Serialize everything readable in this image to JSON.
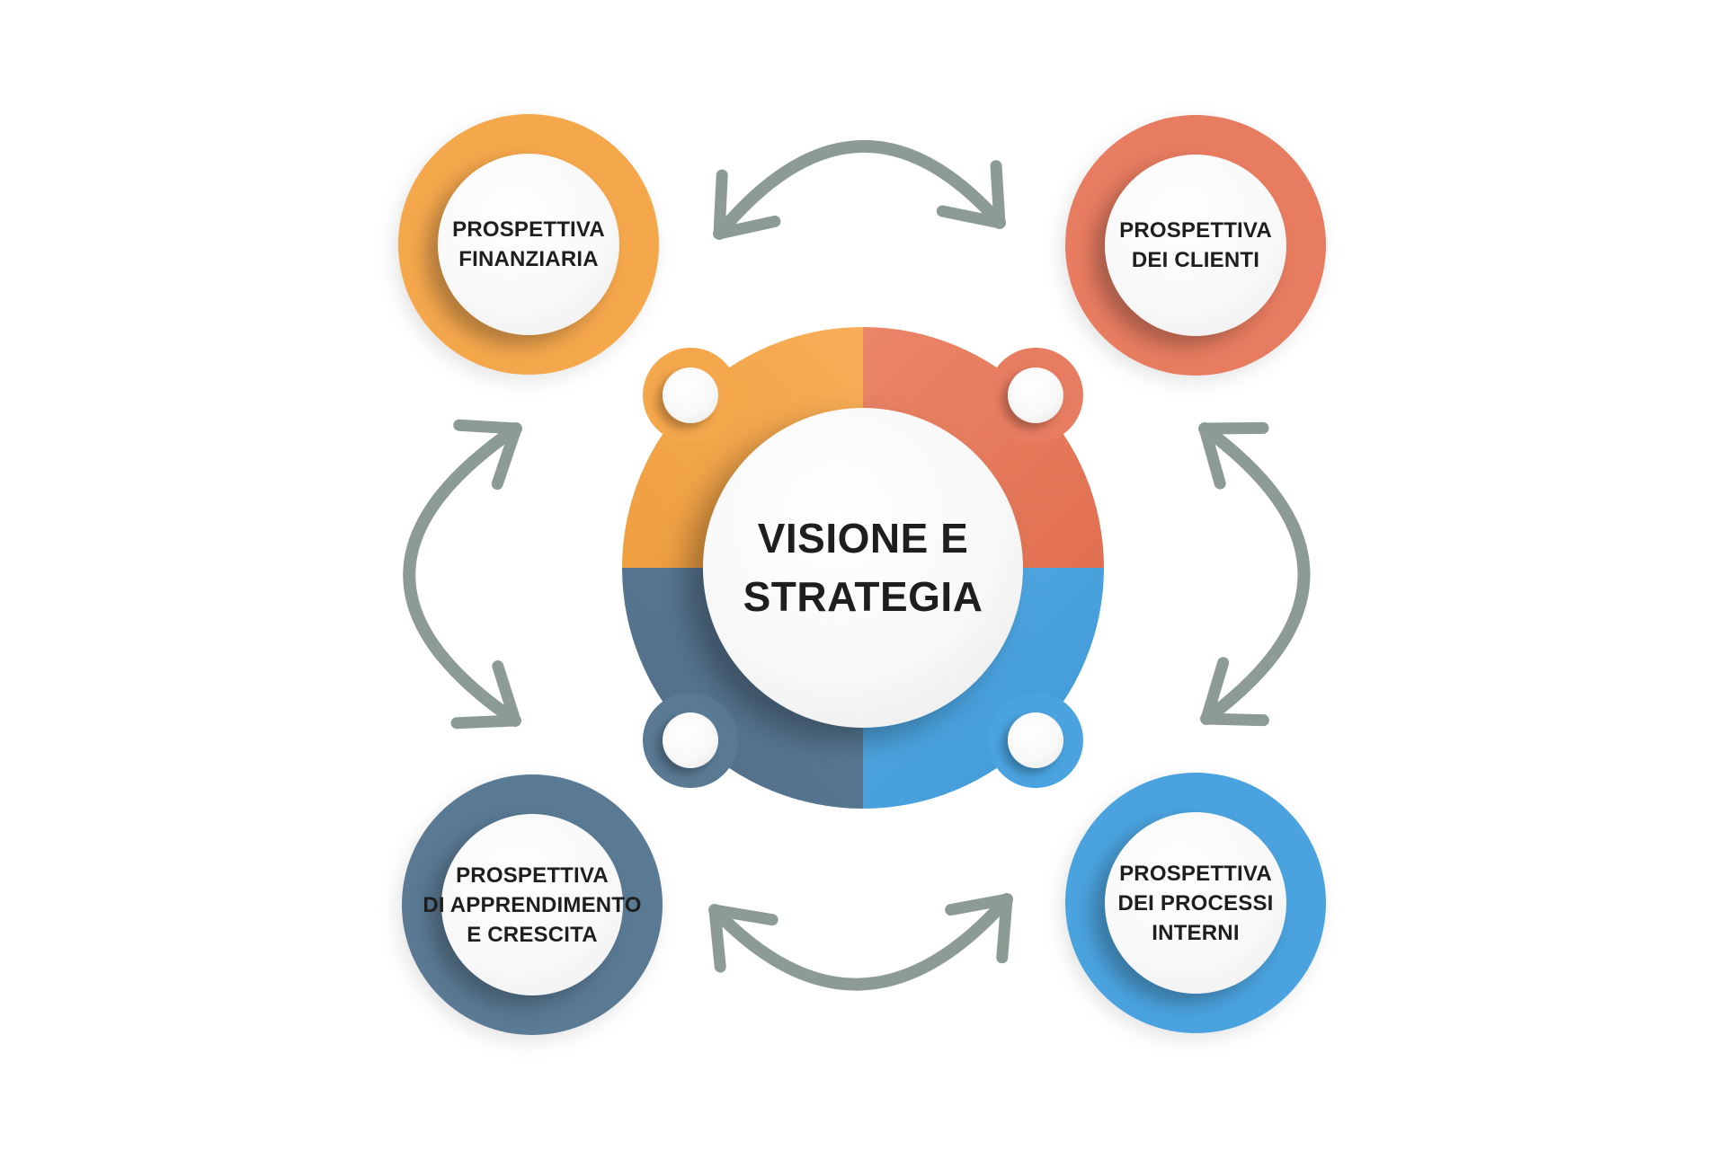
{
  "diagram": {
    "kind": "balanced-scorecard-cycle",
    "background": "#FFFFFF",
    "text_color": "#1E1E1C",
    "center": {
      "label": "VISIONE E\nSTRATEGIA",
      "quadrant_colors": {
        "top_left": "#F5A74C",
        "top_right": "#E87C60",
        "bottom_right": "#4AA3DF",
        "bottom_left": "#5A7A94"
      }
    },
    "nodes": [
      {
        "label": "PROSPETTIVA\nFINANZIARIA",
        "position": "top-left",
        "color": "#F5A74C"
      },
      {
        "label": "PROSPETTIVA\nDEI CLIENTI",
        "position": "top-right",
        "color": "#E87C60"
      },
      {
        "label": "PROSPETTIVA\nDI APPRENDIMENTO\nE CRESCITA",
        "position": "bottom-left",
        "color": "#5A7A94"
      },
      {
        "label": "PROSPETTIVA\nDEI PROCESSI\nINTERNI",
        "position": "bottom-right",
        "color": "#4AA3DF"
      }
    ],
    "arrows": {
      "color": "#8C9C95",
      "style": "curved-double-headed",
      "count": 4
    }
  }
}
